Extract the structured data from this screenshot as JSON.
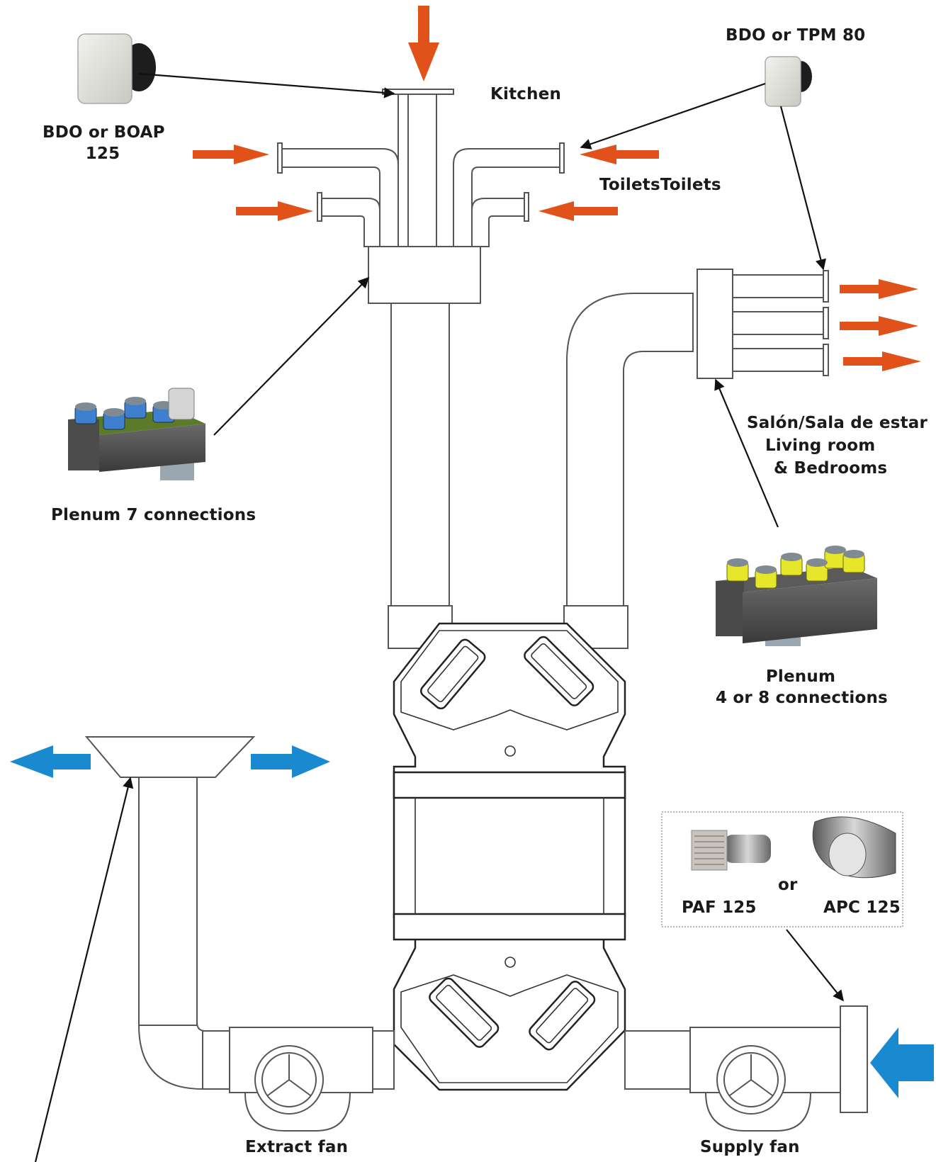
{
  "labels": {
    "kitchen": "Kitchen",
    "bdo_boap": "BDO or BOAP",
    "bdo_boap_size": "125",
    "bdo_tpm": "BDO or TPM 80",
    "toilets": "ToiletsToilets",
    "salon": "Salón/Sala de estar",
    "living_room": "Living room",
    "bedrooms": "& Bedrooms",
    "plenum7": "Plenum 7 connections",
    "plenum_a": "Plenum",
    "plenum_b": "4 or 8 connections",
    "paf": "PAF 125",
    "or": "or",
    "apc": "APC 125",
    "extract_fan": "Extract fan",
    "supply_fan": "Supply fan"
  },
  "colors": {
    "extract_arrow": "#e0521a",
    "fresh_air_arrow": "#1a8ad0",
    "plenum_blue_collars": "#3f7fd0",
    "plenum_yellow_collars": "#e6e62a"
  },
  "icons": [
    "wall-vent-icon",
    "plenum-box-icon",
    "fan-icon",
    "roof-terminal-icon"
  ]
}
